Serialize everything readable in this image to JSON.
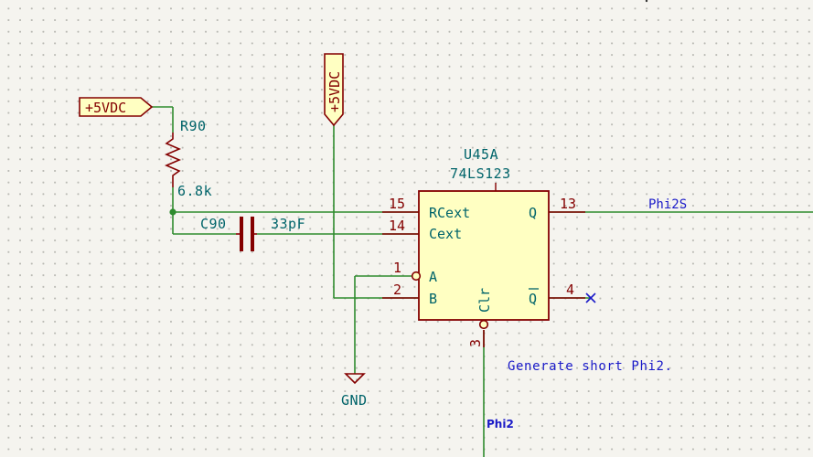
{
  "power": {
    "vcc_left": "+5VDC",
    "vcc_top": "+5VDC",
    "gnd": "GND"
  },
  "resistor": {
    "ref": "R90",
    "value": "6.8k"
  },
  "capacitor": {
    "ref": "C90",
    "value": "33pF"
  },
  "ic": {
    "ref": "U45A",
    "part": "74LS123",
    "pins": [
      {
        "num": "15",
        "name": "RCext"
      },
      {
        "num": "14",
        "name": "Cext"
      },
      {
        "num": "1",
        "name": "A"
      },
      {
        "num": "2",
        "name": "B"
      },
      {
        "num": "13",
        "name": "Q"
      },
      {
        "num": "4",
        "name": "Q"
      },
      {
        "num": "3",
        "name": "Clr"
      }
    ]
  },
  "nets": {
    "output": "Phi2S",
    "clr_net": "Phi2"
  },
  "note": "Generate short Phi2.",
  "colors": {
    "wire": "#2e8b2e",
    "body": "#840000",
    "body_fill": "#ffffc2",
    "text": "#00646a",
    "net": "#1a1ac8"
  }
}
